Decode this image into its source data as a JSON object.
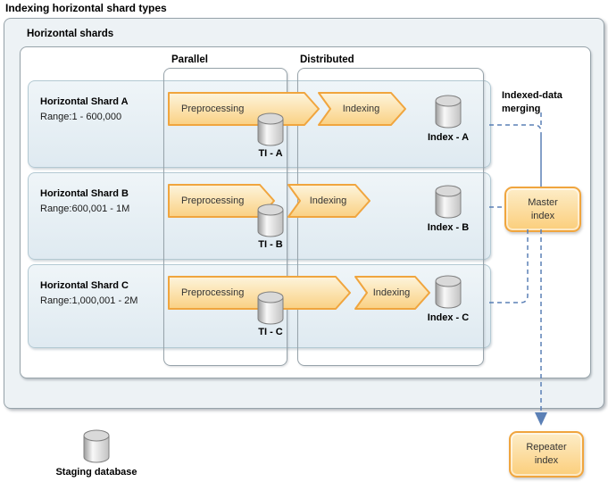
{
  "title": "Indexing horizontal shard types",
  "container_label": "Horizontal shards",
  "columns": [
    {
      "label": "Parallel"
    },
    {
      "label": "Distributed"
    }
  ],
  "rows": [
    {
      "name": "Horizontal Shard A",
      "range": "Range:1 - 600,000",
      "steps": [
        "Preprocessing",
        "Indexing"
      ],
      "ti_label": "TI - A",
      "index_label": "Index - A"
    },
    {
      "name": "Horizontal Shard B",
      "range": "Range:600,001 - 1M",
      "steps": [
        "Preprocessing",
        "Indexing"
      ],
      "ti_label": "TI - B",
      "index_label": "Index - B"
    },
    {
      "name": "Horizontal Shard C",
      "range": "Range:1,000,001 - 2M",
      "steps": [
        "Preprocessing",
        "Indexing"
      ],
      "ti_label": "TI - C",
      "index_label": "Index - C"
    }
  ],
  "annotations": {
    "merging": "Indexed-data merging"
  },
  "nodes": {
    "master": "Master index",
    "repeater": "Repeater index",
    "staging": "Staging database"
  },
  "colors": {
    "accent_orange": "#f0a53e",
    "arrow_fill_top": "#fdf4dc",
    "arrow_fill_bottom": "#fad183",
    "connector_blue": "#5b80b6",
    "row_fill": "#e5eef4",
    "panel_fill": "#edf2f5"
  }
}
